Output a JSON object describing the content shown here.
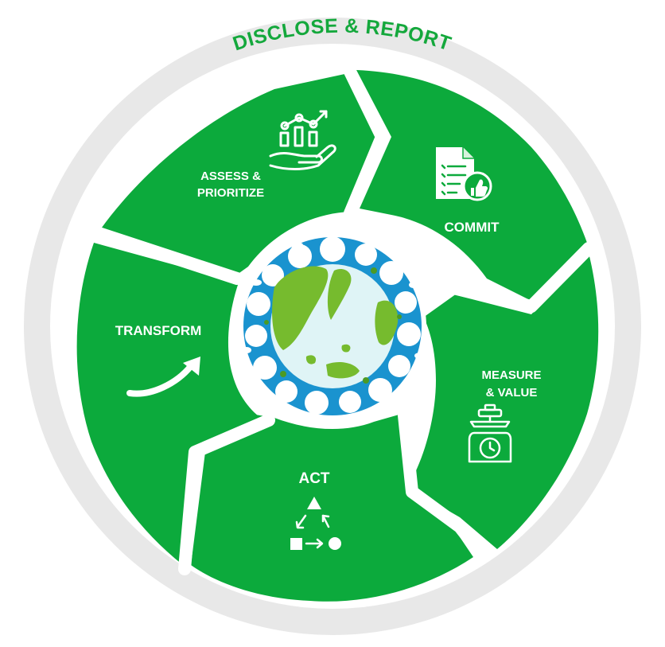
{
  "outer_ring": {
    "title": "DISCLOSE & REPORT"
  },
  "steps": [
    {
      "id": "assess",
      "line1": "ASSESS &",
      "line2": "PRIORITIZE",
      "icon": "chart-in-hand-icon"
    },
    {
      "id": "commit",
      "label": "COMMIT",
      "icon": "document-thumbs-up-icon"
    },
    {
      "id": "measure",
      "line1": "MEASURE",
      "line2": "& VALUE",
      "icon": "scale-icon"
    },
    {
      "id": "act",
      "label": "ACT",
      "icon": "shape-cycle-icon"
    },
    {
      "id": "transform",
      "label": "TRANSFORM",
      "icon": "curved-arrow-icon"
    }
  ],
  "center": {
    "icon": "earth-globe-icon"
  },
  "colors": {
    "segment_green": "#0caa3c",
    "outer_ring_gray": "#e8e8e8",
    "title_green": "#14a83c",
    "globe_ocean": "#1a93cf",
    "globe_sea": "#dff4f6",
    "land_green": "#76bb2e"
  }
}
